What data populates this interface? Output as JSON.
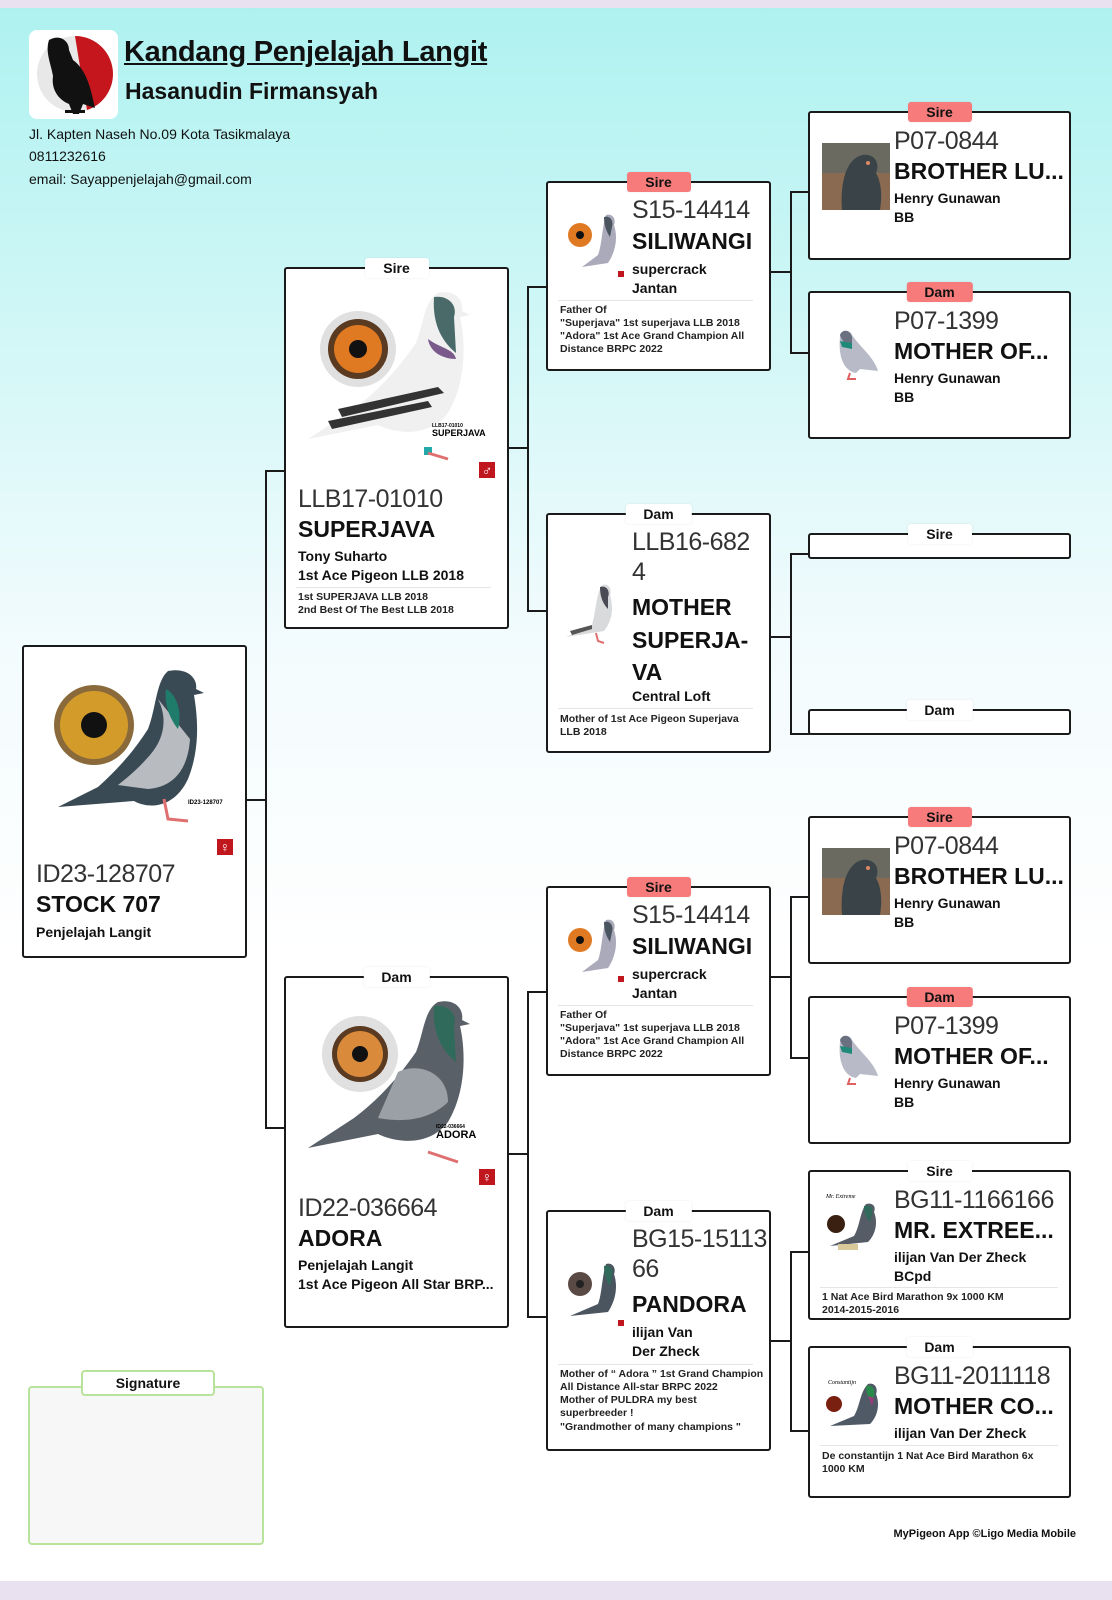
{
  "header": {
    "title": "Kandang Penjelajah Langit",
    "owner": "Hasanudin Firmansyah",
    "address": "Jl. Kapten Naseh No.09 Kota Tasikmalaya",
    "phone": "0811232616",
    "email": "email: Sayappenjelajah@gmail.com",
    "logo_icon": "pigeon-silhouette-logo"
  },
  "colors": {
    "tag_highlight": "#f77b7b",
    "sex_badge": "#c0161e",
    "signature_border": "#b8e39a",
    "page_top": "#aef2f0"
  },
  "subject": {
    "ring": "ID23-128707",
    "name": "STOCK 707",
    "owner": "Penjelajah Langit",
    "sex": "female",
    "sex_symbol": "♀",
    "photo_caption": "ID23-128707"
  },
  "parents": {
    "sire": {
      "tag": "Sire",
      "ring": "LLB17-01010",
      "name": "SUPERJAVA",
      "owner": "Tony Suharto",
      "title": "1st Ace Pigeon LLB 2018",
      "notes": [
        "1st SUPERJAVA LLB 2018",
        "2nd Best Of The Best LLB 2018"
      ],
      "sex": "male",
      "sex_symbol": "♂",
      "photo_caption_ring": "LLB17-01010",
      "photo_caption_name": "SUPERJAVA"
    },
    "dam": {
      "tag": "Dam",
      "ring": "ID22-036664",
      "name": "ADORA",
      "owner": "Penjelajah Langit",
      "title": "1st Ace Pigeon All Star BRP...",
      "sex": "female",
      "sex_symbol": "♀",
      "photo_caption_ring": "ID22-036664",
      "photo_caption_name": "ADORA"
    }
  },
  "grandparents": {
    "ss": {
      "tag": "Sire",
      "ring": "S15-14414",
      "name": "SILIWANGI",
      "line1": "supercrack",
      "line2": "Jantan",
      "notes": [
        "Father Of",
        "\"Superjava\" 1st superjava LLB 2018",
        "\"Adora\" 1st Ace Grand Champion All",
        "Distance BRPC 2022"
      ]
    },
    "sd": {
      "tag": "Dam",
      "ring": "LLB16-682 4",
      "ring_line1": "LLB16-682",
      "ring_line2": "4",
      "name_line1": "MOTHER",
      "name_line2": "SUPERJA-",
      "name_line3": "VA",
      "owner": "Central Loft",
      "notes": [
        "Mother of 1st Ace Pigeon Superjava",
        "LLB 2018"
      ]
    },
    "ds": {
      "tag": "Sire",
      "ring": "S15-14414",
      "name": "SILIWANGI",
      "line1": "supercrack",
      "line2": "Jantan",
      "notes": [
        "Father Of",
        "\"Superjava\" 1st superjava LLB 2018",
        "\"Adora\" 1st Ace Grand Champion All",
        "Distance BRPC 2022"
      ]
    },
    "dd": {
      "tag": "Dam",
      "ring_line1": "BG15-15113",
      "ring_line2": "66",
      "name": "PANDORA",
      "owner_line1": "ilijan Van",
      "owner_line2": "Der Zheck",
      "notes": [
        "Mother of “ Adora ” 1st Grand Champion",
        "All Distance All-star BRPC 2022",
        "Mother of PULDRA my best",
        "superbreeder !",
        "\"Grandmother of many champions \""
      ]
    }
  },
  "great_grandparents": {
    "sss": {
      "tag": "Sire",
      "ring": "P07-0844",
      "name": "BROTHER LU...",
      "owner": "Henry Gunawan",
      "color": "BB"
    },
    "ssd": {
      "tag": "Dam",
      "ring": "P07-1399",
      "name": "MOTHER OF...",
      "owner": "Henry Gunawan",
      "color": "BB"
    },
    "sds": {
      "tag": "Sire"
    },
    "sdd": {
      "tag": "Dam"
    },
    "dss": {
      "tag": "Sire",
      "ring": "P07-0844",
      "name": "BROTHER LU...",
      "owner": "Henry Gunawan",
      "color": "BB"
    },
    "dsd": {
      "tag": "Dam",
      "ring": "P07-1399",
      "name": "MOTHER OF...",
      "owner": "Henry Gunawan",
      "color": "BB"
    },
    "dds": {
      "tag": "Sire",
      "ring": "BG11-1166166",
      "name": "MR. EXTREE...",
      "owner": "ilijan Van Der Zheck",
      "color": "BCpd",
      "notes": [
        "1 Nat Ace Bird Marathon 9x 1000 KM",
        "2014-2015-2016"
      ]
    },
    "ddd": {
      "tag": "Dam",
      "ring": "BG11-2011118",
      "name": "MOTHER CO...",
      "owner": "ilijan Van Der Zheck",
      "notes": [
        "De constantijn 1 Nat Ace Bird Marathon 6x",
        "1000 KM"
      ]
    }
  },
  "signature": {
    "label": "Signature"
  },
  "footer": {
    "credit": "MyPigeon App ©Ligo Media Mobile"
  }
}
